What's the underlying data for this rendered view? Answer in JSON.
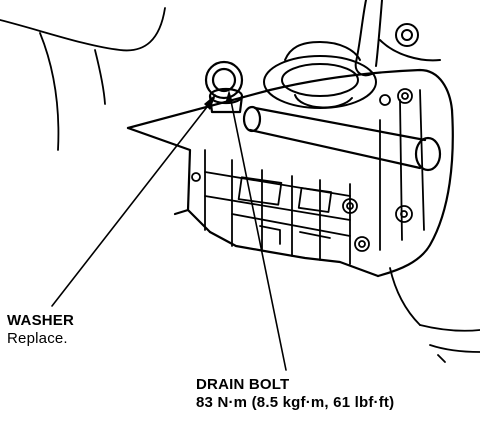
{
  "callouts": {
    "washer": {
      "title": "WASHER",
      "note": "Replace."
    },
    "drain_bolt": {
      "title": "DRAIN BOLT",
      "note": "83 N·m (8.5 kgf·m, 61 lbf·ft)"
    }
  },
  "colors": {
    "ink": "#000000",
    "paper": "#ffffff"
  }
}
